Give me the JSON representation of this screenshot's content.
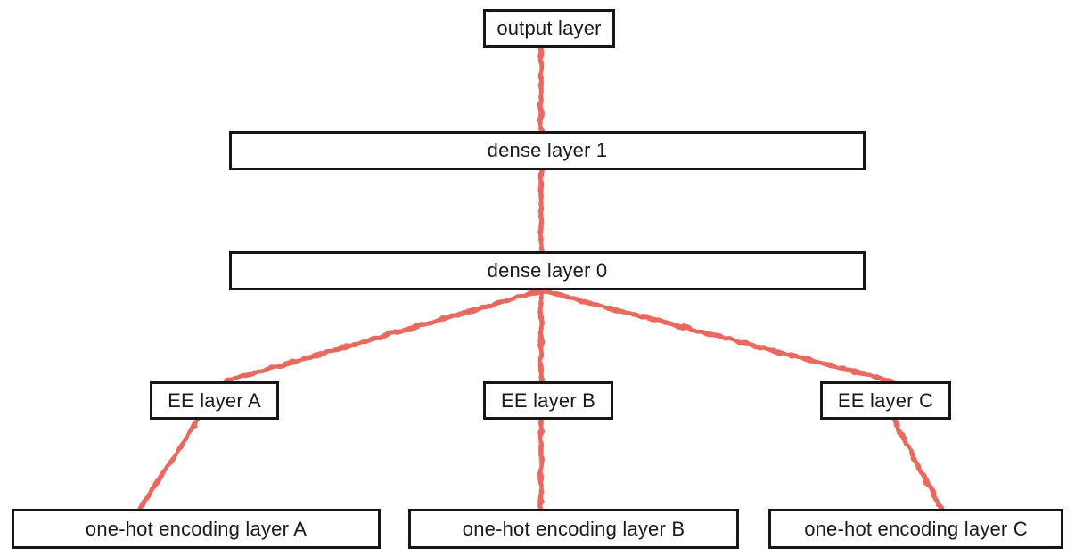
{
  "diagram": {
    "type": "neural-network-architecture",
    "nodes": {
      "output": {
        "label": "output layer"
      },
      "dense1": {
        "label": "dense layer 1"
      },
      "dense0": {
        "label": "dense layer 0"
      },
      "ee_a": {
        "label": "EE layer A"
      },
      "ee_b": {
        "label": "EE layer B"
      },
      "ee_c": {
        "label": "EE layer C"
      },
      "onehot_a": {
        "label": "one-hot encoding layer A"
      },
      "onehot_b": {
        "label": "one-hot encoding layer B"
      },
      "onehot_c": {
        "label": "one-hot encoding layer C"
      }
    },
    "edges": [
      {
        "from": "output",
        "to": "dense1"
      },
      {
        "from": "dense1",
        "to": "dense0"
      },
      {
        "from": "dense0",
        "to": "ee_a"
      },
      {
        "from": "dense0",
        "to": "ee_b"
      },
      {
        "from": "dense0",
        "to": "ee_c"
      },
      {
        "from": "ee_a",
        "to": "onehot_a"
      },
      {
        "from": "ee_b",
        "to": "onehot_b"
      },
      {
        "from": "ee_c",
        "to": "onehot_c"
      }
    ],
    "colors": {
      "edge": "#ea695e",
      "box_border": "#161616",
      "text": "#1a1a1a",
      "background": "#ffffff"
    }
  }
}
